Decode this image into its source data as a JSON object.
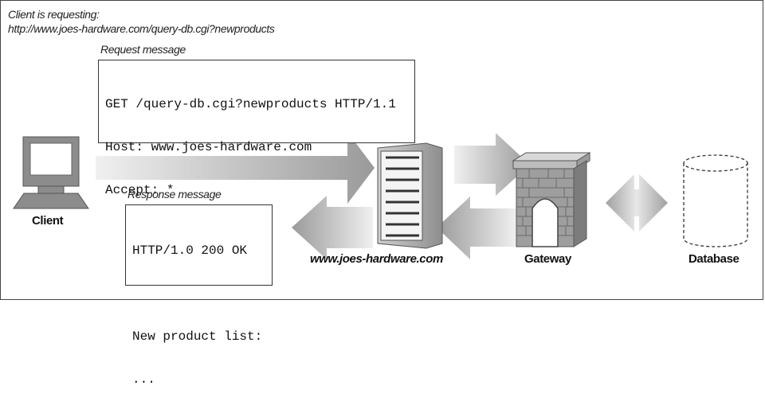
{
  "client_request_caption": {
    "line1": "Client is requesting:",
    "line2": "http://www.joes-hardware.com/query-db.cgi?newproducts"
  },
  "request": {
    "caption": "Request message",
    "lines": [
      "GET /query-db.cgi?newproducts HTTP/1.1",
      "Host: www.joes-hardware.com",
      "Accept: *"
    ]
  },
  "response": {
    "caption": "Response message",
    "lines": [
      "HTTP/1.0 200 OK",
      "",
      "New product list:",
      "..."
    ]
  },
  "nodes": {
    "client": "Client",
    "server": "www.joes-hardware.com",
    "gateway": "Gateway",
    "database": "Database"
  },
  "colors": {
    "arrow_dark": "#9a9a9a",
    "arrow_light": "#ececec",
    "computer": "#8c8c8c",
    "brick": "#9a9a9a"
  }
}
